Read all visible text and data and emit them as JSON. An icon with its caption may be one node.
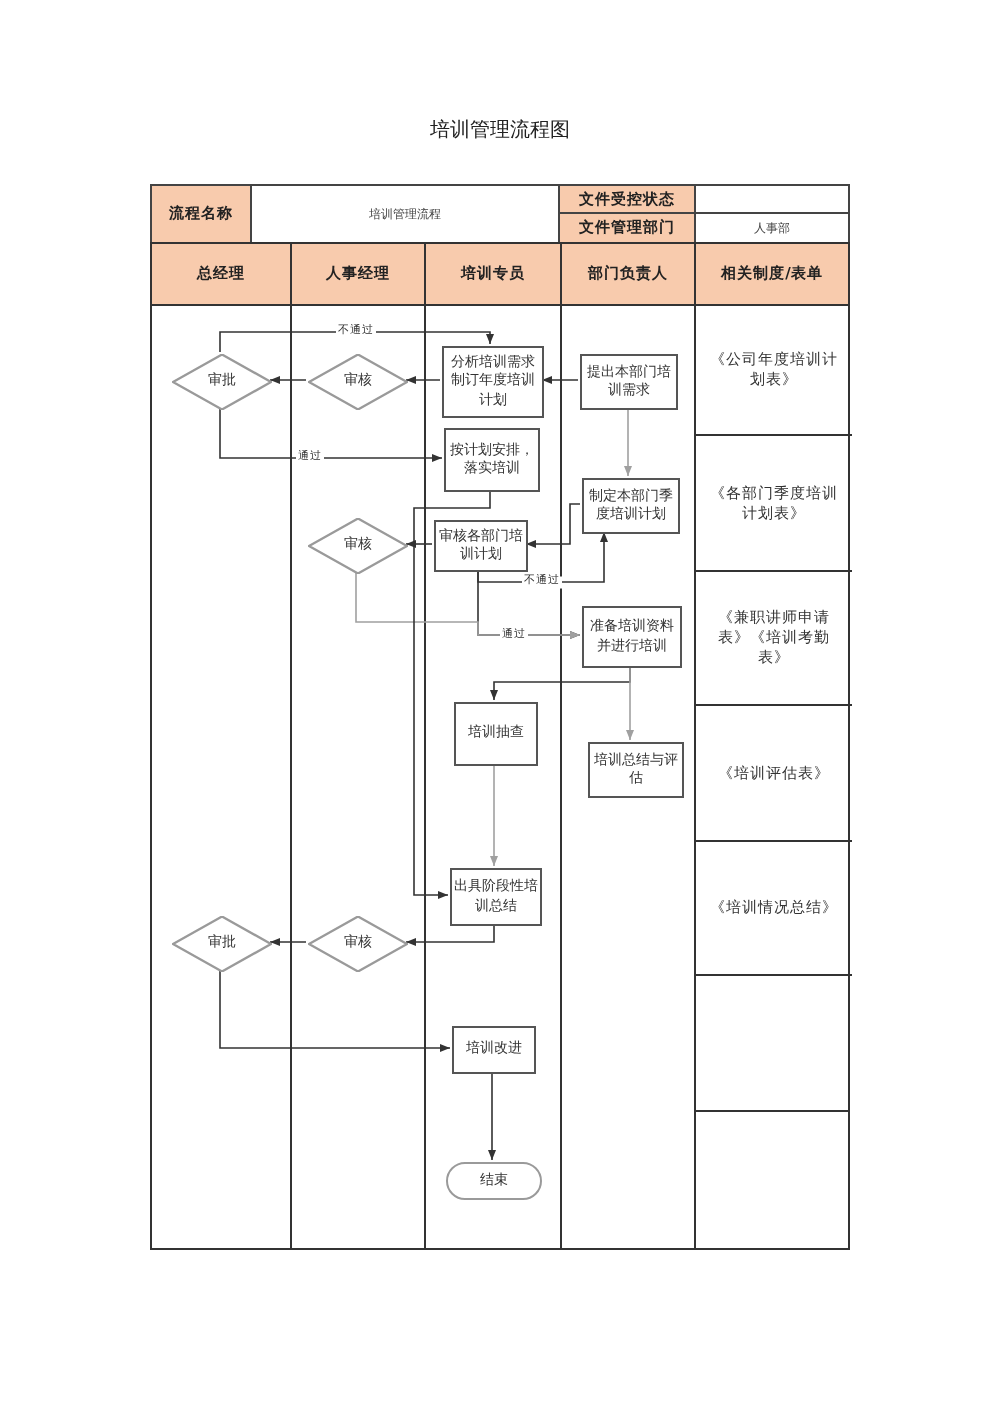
{
  "diagram": {
    "title": "培训管理流程图",
    "nodes": [
      {
        "text": [
          "总经理"
        ]
      },
      {
        "text": [
          "人事经理"
        ]
      },
      {
        "text": [
          "培训专员"
        ]
      },
      {
        "text": [
          "部门负责人"
        ]
      },
      {
        "text": [
          "相关制度/表单"
        ]
      },
      {
        "text": [
          "审批"
        ],
        "in": 0
      },
      {
        "text": [
          "审核"
        ],
        "in": 1
      },
      {
        "text": [
          "分析培训需求制订年度培训计划"
        ],
        "in": 2
      },
      {
        "text": [
          "提出本部门培训需求"
        ],
        "in": 3
      },
      {
        "text": [
          "《公司年度培训计划表》"
        ],
        "in": 4
      },
      {
        "text": [
          "按计划安排，落实培训"
        ],
        "in": 2
      },
      {
        "text": [
          "制定本部门季度培训计划"
        ],
        "in": 3
      },
      {
        "text": [
          "《各部门季度培训计划表》"
        ],
        "in": 4
      },
      {
        "text": [
          "审核"
        ],
        "in": 1
      },
      {
        "text": [
          "审核各部门培训计划"
        ],
        "in": 2
      },
      {
        "text": [
          "准备培训资料并进行培训"
        ],
        "in": 3
      },
      {
        "text": [
          "《兼职讲师申请表》《培训考勤表》"
        ],
        "in": 4
      },
      {
        "text": [
          "培训抽查"
        ],
        "in": 2
      },
      {
        "text": [
          "培训总结与评估"
        ],
        "in": 3
      },
      {
        "text": [
          "《培训评估表》"
        ],
        "in": 4
      },
      {
        "text": [
          "出具阶段性培训总结"
        ],
        "in": 2
      },
      {
        "text": [
          "《培训情况总结》"
        ],
        "in": 4
      },
      {
        "text": [
          "审批"
        ],
        "in": 0
      },
      {
        "text": [
          "审核"
        ],
        "in": 1
      },
      {
        "text": [
          "培训改进"
        ],
        "in": 2
      },
      {
        "text": [
          "结束"
        ],
        "in": 2
      }
    ],
    "edges": [
      {
        "from": 8,
        "to": 7,
        "arrow": "to"
      },
      {
        "from": 7,
        "to": 6,
        "arrow": "to"
      },
      {
        "from": 6,
        "to": 5,
        "arrow": "to"
      },
      {
        "from": 5,
        "to": 7,
        "arrow": "to",
        "label": "不通过"
      },
      {
        "from": 5,
        "to": 10,
        "arrow": "to",
        "label": "通过"
      },
      {
        "from": 8,
        "to": 11,
        "arrow": "to",
        "color": "#a0a0a0"
      },
      {
        "from": 11,
        "to": 14,
        "arrow": "to"
      },
      {
        "from": 14,
        "to": 13,
        "arrow": "to"
      },
      {
        "from": 14,
        "to": 11,
        "arrow": "to",
        "label": "不通过"
      },
      {
        "from": 14,
        "to": 15,
        "arrow": "to",
        "label": "通过"
      },
      {
        "from": 13,
        "to": 15,
        "arrow": "to",
        "color": "#a0a0a0"
      },
      {
        "from": 10,
        "to": 20,
        "arrow": "to"
      },
      {
        "from": 15,
        "to": 17,
        "arrow": "to"
      },
      {
        "from": 15,
        "to": 18,
        "arrow": "to",
        "color": "#a0a0a0"
      },
      {
        "from": 17,
        "to": 20,
        "arrow": "to",
        "color": "#a0a0a0"
      },
      {
        "from": 20,
        "to": 23,
        "arrow": "to"
      },
      {
        "from": 23,
        "to": 22,
        "arrow": "to"
      },
      {
        "from": 22,
        "to": 24,
        "arrow": "to"
      },
      {
        "from": 24,
        "to": 25,
        "arrow": "to"
      }
    ],
    "labels": [
      "流程名称",
      "培训管理流程",
      "文件受控状态",
      "文件管理部门",
      "人事部"
    ]
  }
}
